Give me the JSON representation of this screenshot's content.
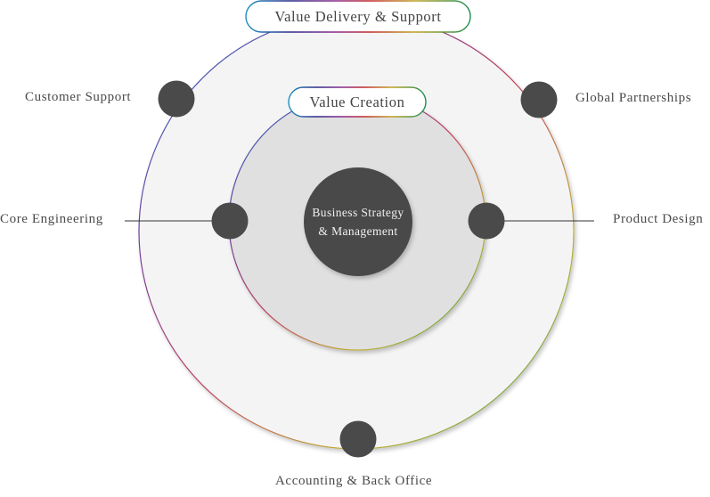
{
  "diagram": {
    "outer_ring": {
      "label": "Value Delivery & Support"
    },
    "inner_ring": {
      "label": "Value Creation"
    },
    "core": {
      "line1": "Business Strategy",
      "line2": "& Management"
    },
    "nodes": [
      {
        "id": "customer-support",
        "label": "Customer Support",
        "ring": "outer"
      },
      {
        "id": "global-partnerships",
        "label": "Global Partnerships",
        "ring": "outer"
      },
      {
        "id": "core-engineering",
        "label": "Core Engineering",
        "ring": "inner"
      },
      {
        "id": "product-design",
        "label": "Product Design",
        "ring": "inner"
      },
      {
        "id": "accounting-back-office",
        "label": "Accounting & Back Office",
        "ring": "outer"
      }
    ],
    "colors": {
      "node_fill": "#4a4a4a",
      "outer_fill": "#f4f4f4",
      "inner_fill": "#e0e0e0",
      "text": "#4a4a4a"
    }
  }
}
